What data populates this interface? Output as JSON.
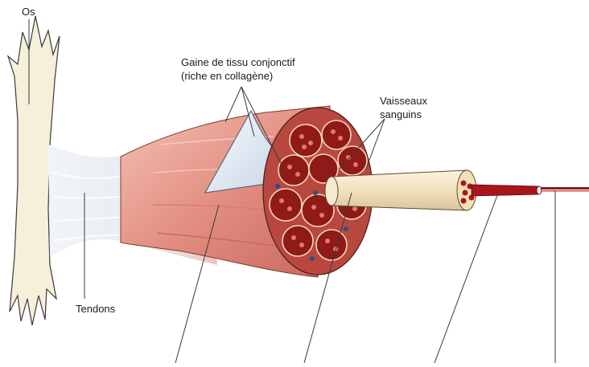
{
  "labels": {
    "bone": "Os",
    "sheath_line1": "Gaine de tissu conjonctif",
    "sheath_line2": "(riche en collagène)",
    "vessels_line1": "Vaisseaux",
    "vessels_line2": "sanguins",
    "tendons": "Tendons"
  },
  "colors": {
    "bone": "#f6efd9",
    "tendon": "#e9eef4",
    "muscle": "#e59a8e",
    "muscle_dark": "#c85f55",
    "fascicle": "#8f1a18",
    "fiber_tube": "#f3e3bf",
    "myofibril": "#a8161c",
    "vessel": "#2b4f8a",
    "leader_line": "#3a3a3a"
  }
}
